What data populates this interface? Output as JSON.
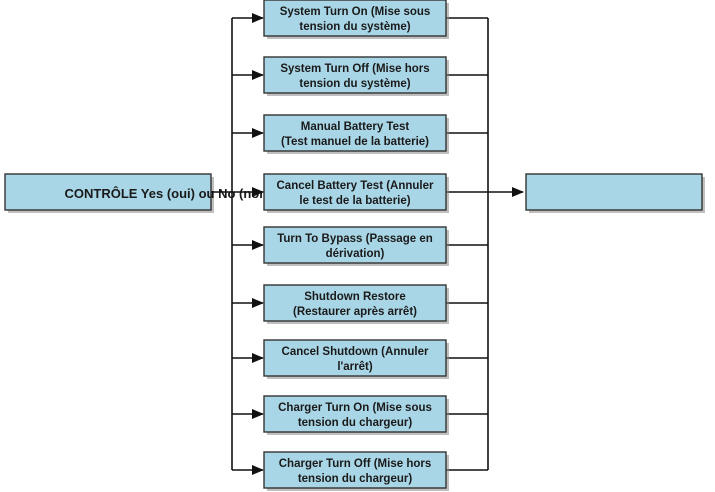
{
  "diagram": {
    "source": {
      "label": "CONTRÔLE Yes (oui) ou No (non)"
    },
    "commands": [
      {
        "line1": "System Turn On (Mise sous",
        "line2": "tension du système)"
      },
      {
        "line1": "System Turn Off (Mise hors",
        "line2": "tension du système)"
      },
      {
        "line1": "Manual Battery Test",
        "line2": "(Test manuel de la batterie)"
      },
      {
        "line1": "Cancel Battery Test (Annuler",
        "line2": "le test de la batterie)"
      },
      {
        "line1": "Turn To Bypass (Passage en",
        "line2": "dérivation)"
      },
      {
        "line1": "Shutdown Restore",
        "line2": "(Restaurer après arrêt)"
      },
      {
        "line1": "Cancel Shutdown (Annuler",
        "line2": "l'arrêt)"
      },
      {
        "line1": "Charger Turn On (Mise sous",
        "line2": "tension du chargeur)"
      },
      {
        "line1": "Charger Turn Off (Mise hors",
        "line2": "tension du chargeur)"
      }
    ],
    "target": {
      "label": ""
    },
    "colors": {
      "box_fill": "#a9d6e6",
      "box_border": "#333333",
      "line": "#111111"
    }
  }
}
